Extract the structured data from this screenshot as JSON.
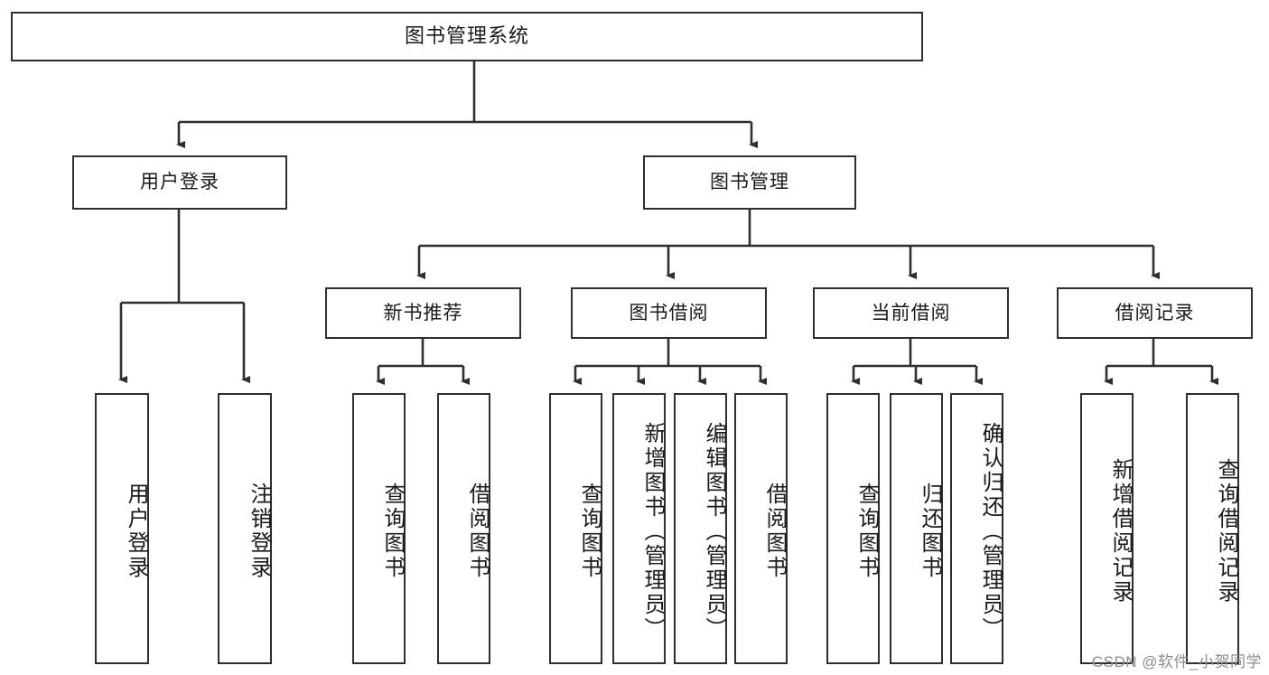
{
  "diagram": {
    "type": "tree-hierarchy",
    "title": "图书管理系统",
    "root": {
      "label": "图书管理系统",
      "orientation": "horizontal"
    },
    "level2": [
      {
        "label": "用户登录",
        "orientation": "horizontal"
      },
      {
        "label": "图书管理",
        "orientation": "horizontal"
      }
    ],
    "level3": [
      {
        "label": "新书推荐",
        "orientation": "horizontal"
      },
      {
        "label": "图书借阅",
        "orientation": "horizontal"
      },
      {
        "label": "当前借阅",
        "orientation": "horizontal"
      },
      {
        "label": "借阅记录",
        "orientation": "horizontal"
      }
    ],
    "leaves": {
      "user_login": [
        {
          "label": "用户登录",
          "orientation": "vertical"
        },
        {
          "label": "注销登录",
          "orientation": "vertical"
        }
      ],
      "new_book_recommend": [
        {
          "label": "查询图书",
          "orientation": "vertical"
        },
        {
          "label": "借阅图书",
          "orientation": "vertical"
        }
      ],
      "book_borrow": [
        {
          "label": "查询图书",
          "orientation": "vertical"
        },
        {
          "label": "新增图书（管理员）",
          "orientation": "vertical"
        },
        {
          "label": "编辑图书（管理员）",
          "orientation": "vertical"
        },
        {
          "label": "借阅图书",
          "orientation": "vertical"
        }
      ],
      "current_borrow": [
        {
          "label": "查询图书",
          "orientation": "vertical"
        },
        {
          "label": "归还图书",
          "orientation": "vertical"
        },
        {
          "label": "确认归还（管理员）",
          "orientation": "vertical"
        }
      ],
      "borrow_record": [
        {
          "label": "新增借阅记录",
          "orientation": "vertical"
        },
        {
          "label": "查询借阅记录",
          "orientation": "vertical"
        }
      ]
    },
    "colors": {
      "stroke": "#2f2f2f",
      "fill": "#ffffff",
      "text": "#1a1a1a",
      "watermark": "#8d8d8d"
    }
  },
  "watermark": {
    "text": "CSDN @软件_小贺同学"
  }
}
